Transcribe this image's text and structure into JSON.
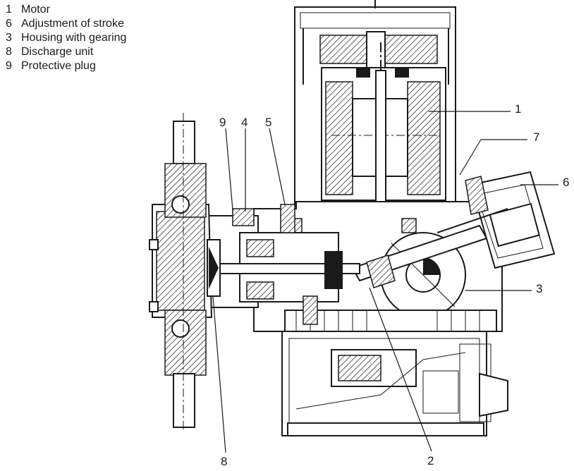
{
  "legend": [
    {
      "num": "1",
      "text": "Motor"
    },
    {
      "num": "6",
      "text": "Adjustment of stroke"
    },
    {
      "num": "3",
      "text": "Housing with gearing"
    },
    {
      "num": "8",
      "text": "Discharge unit"
    },
    {
      "num": "9",
      "text": "Protective plug"
    }
  ],
  "callouts": {
    "c1": "1",
    "c2": "2",
    "c3": "3",
    "c4": "4",
    "c5": "5",
    "c6": "6",
    "c7": "7",
    "c8": "8",
    "c9": "9"
  }
}
